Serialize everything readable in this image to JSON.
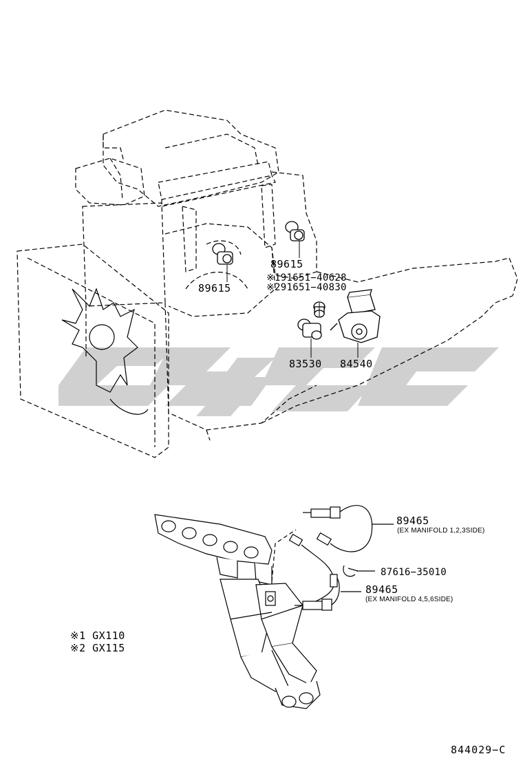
{
  "callouts": {
    "p89615_right": "89615",
    "p89615_left": "89615",
    "p191651": "※191651−40628",
    "p291651": "※291651−40830",
    "p83530": "83530",
    "p84540": "84540",
    "p89465_top": "89465",
    "p89465_top_note": "(EX MANIFOLD 1,2,3SIDE)",
    "p87616": "87616−35010",
    "p89465_bottom": "89465",
    "p89465_bottom_note": "(EX MANIFOLD 4,5,6SIDE)"
  },
  "legend": {
    "item1": "※1  GX110",
    "item2": "※2  GX115"
  },
  "reference_code": "844029−C",
  "watermark": {
    "color": "#c8c8c8"
  },
  "line_color": "#000000"
}
